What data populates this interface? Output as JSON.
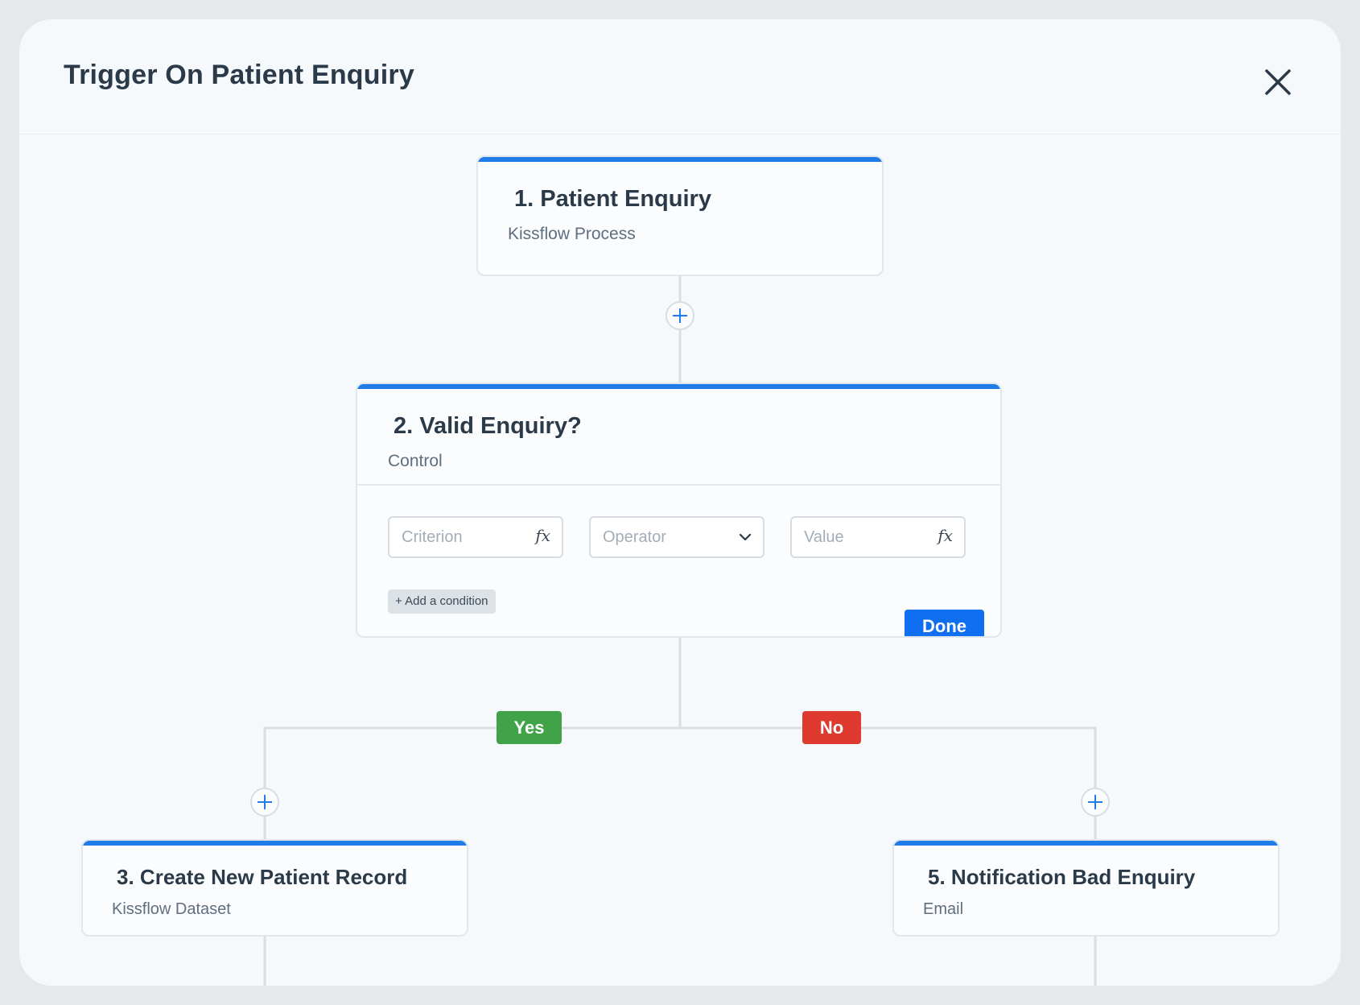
{
  "header": {
    "title": "Trigger On Patient Enquiry"
  },
  "icons": {
    "close": "close-icon",
    "add": "plus-icon",
    "formula": "fx-icon",
    "dropdown": "chevron-down-icon"
  },
  "colors": {
    "accent": "#1f7ce8",
    "primary_button": "#0f6ff0",
    "yes": "#41a348",
    "no": "#de3a2f",
    "connector": "#d8dee4"
  },
  "nodes": [
    {
      "number": "1.",
      "title": "Patient Enquiry",
      "subtitle": "Kissflow Process"
    },
    {
      "number": "2.",
      "title": "Valid Enquiry?",
      "subtitle": "Control"
    },
    {
      "number": "3.",
      "title": "Create New Patient Record",
      "subtitle": "Kissflow Dataset"
    },
    {
      "number": "5.",
      "title": "Notification Bad Enquiry",
      "subtitle": "Email"
    }
  ],
  "condition": {
    "criterion_placeholder": "Criterion",
    "operator_placeholder": "Operator",
    "value_placeholder": "Value",
    "fx_label": "fx",
    "add_condition_label": "+ Add a condition",
    "done_label": "Done"
  },
  "branches": {
    "yes_label": "Yes",
    "no_label": "No"
  }
}
